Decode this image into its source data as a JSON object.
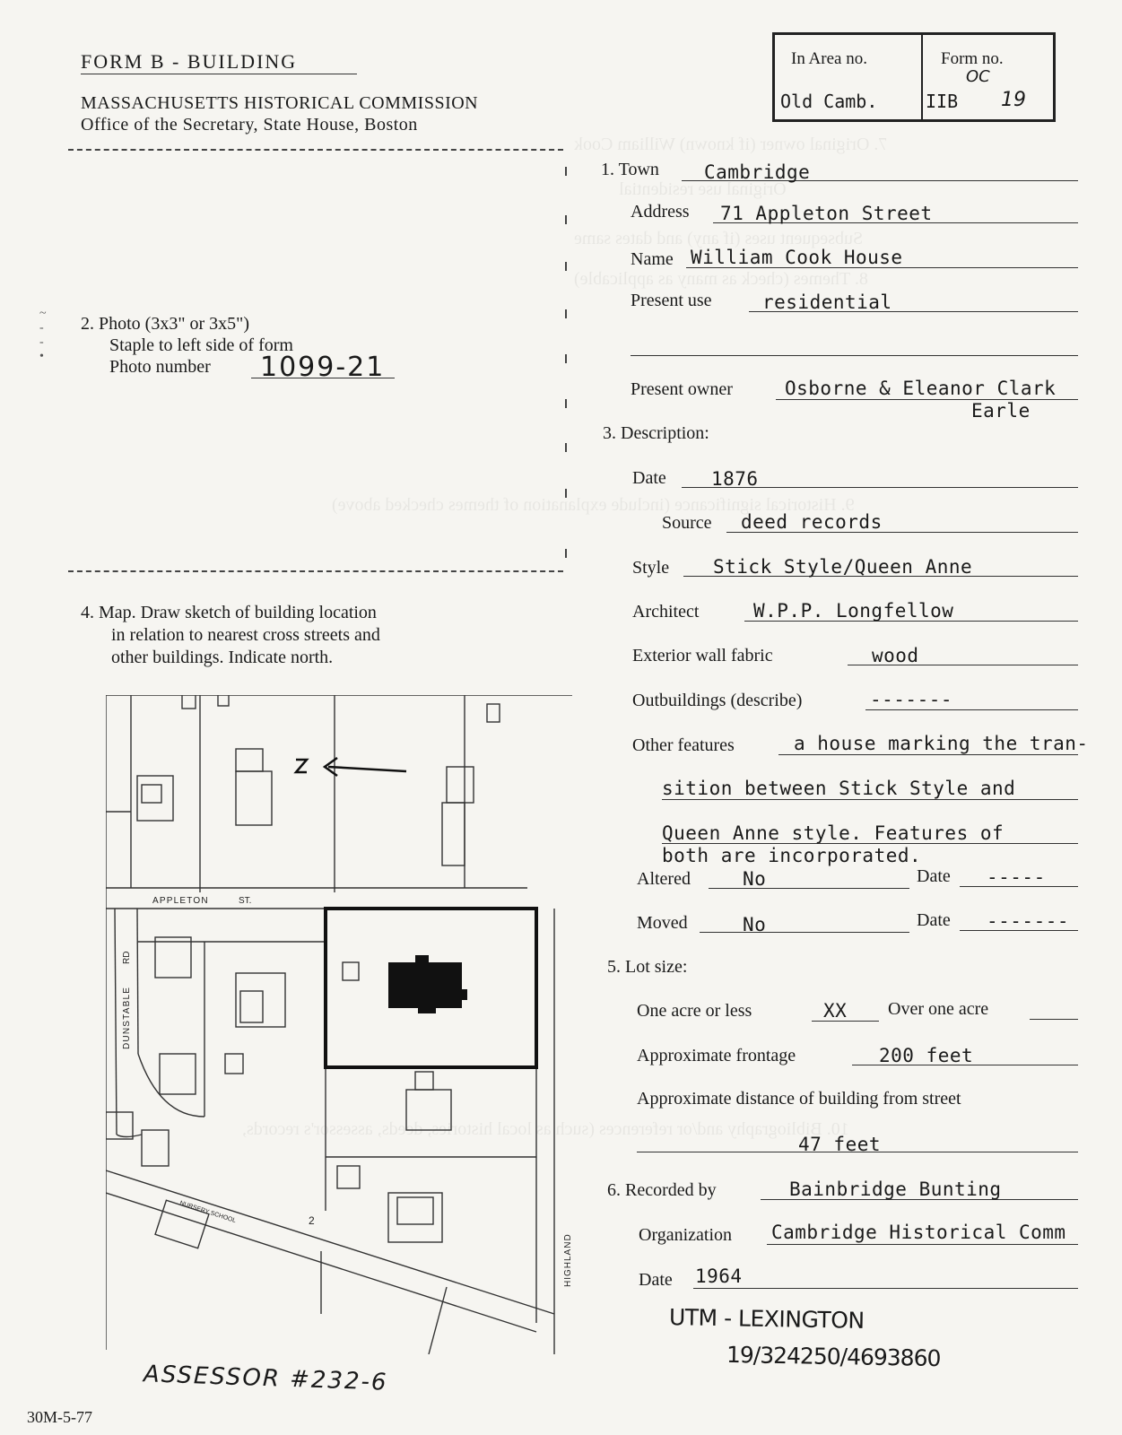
{
  "header": {
    "form_title": "FORM B - BUILDING",
    "commission": "MASSACHUSETTS HISTORICAL COMMISSION",
    "office": "Office of the Secretary, State House, Boston"
  },
  "area_box": {
    "area_label": "In Area no.",
    "area_value": "Old Camb.",
    "form_label": "Form no.",
    "form_prefix": "IIB",
    "form_hand_top": "OC",
    "form_hand_num": "19"
  },
  "fields": {
    "town_label": "1. Town",
    "town_value": "Cambridge",
    "address_label": "Address",
    "address_value": "71 Appleton Street",
    "name_label": "Name",
    "name_value": "William Cook House",
    "present_use_label": "Present use",
    "present_use_value": "residential",
    "present_owner_label": "Present owner",
    "present_owner_value": "Osborne & Eleanor Clark",
    "present_owner_value2": "Earle",
    "description_label": "3. Description:",
    "date_label": "Date",
    "date_value": "1876",
    "source_label": "Source",
    "source_value": "deed records",
    "style_label": "Style",
    "style_value": "Stick Style/Queen Anne",
    "architect_label": "Architect",
    "architect_value": "W.P.P. Longfellow",
    "wall_label": "Exterior wall fabric",
    "wall_value": "wood",
    "outbuildings_label": "Outbuildings (describe)",
    "outbuildings_value": "-------",
    "other_label": "Other features",
    "other_value1": "a house marking the tran-",
    "other_value2": "sition between Stick Style and",
    "other_value3": "Queen Anne style.  Features of",
    "other_value4": "both are incorporated.",
    "altered_label": "Altered",
    "altered_value": "No",
    "altered_date_label": "Date",
    "altered_date_value": "-----",
    "moved_label": "Moved",
    "moved_value": "No",
    "moved_date_label": "Date",
    "moved_date_value": "-------",
    "lot_label": "5. Lot size:",
    "acre_less_label": "One acre or less",
    "acre_less_value": "XX",
    "acre_over_label": "Over one acre",
    "frontage_label": "Approximate frontage",
    "frontage_value": "200 feet",
    "distance_label": "Approximate distance of building from street",
    "distance_value": "47 feet",
    "recorded_label": "6. Recorded by",
    "recorded_value": "Bainbridge Bunting",
    "org_label": "Organization",
    "org_value": "Cambridge Historical Comm",
    "rec_date_label": "Date",
    "rec_date_value": "1964"
  },
  "photo": {
    "line1": "2. Photo  (3x3\" or 3x5\")",
    "line2": "Staple to left side of form",
    "line3": "Photo number",
    "number": "1099-21"
  },
  "map_section": {
    "line1": "4. Map.  Draw sketch of building location",
    "line2": "in relation to nearest cross streets and",
    "line3": "other buildings.  Indicate north.",
    "street_appleton": "APPLETON",
    "street_st": "ST.",
    "street_dunstable": "DUNSTABLE",
    "street_rd": "RD",
    "street_highland": "HIGHLAND",
    "nursery": "NURSERY SCHOOL",
    "lot_num": "2"
  },
  "handwritten": {
    "utm1": "UTM - LEXINGTON",
    "utm2": "19/324250/4693860",
    "assessor": "ASSESSOR #232-6"
  },
  "footer": {
    "code": "30M-5-77"
  },
  "bleed": {
    "b1": "7. Original owner (if known)   William Cook",
    "b2": "Original use        residential",
    "b3": "Subsequent uses (if any) and dates         same",
    "b4": "8. Themes (check as many as applicable)",
    "b5": "9. Historical significance (include explanation of themes checked above)",
    "b6": "10. Bibliography and/or references (such as local histories, deeds, assessor's records,"
  }
}
